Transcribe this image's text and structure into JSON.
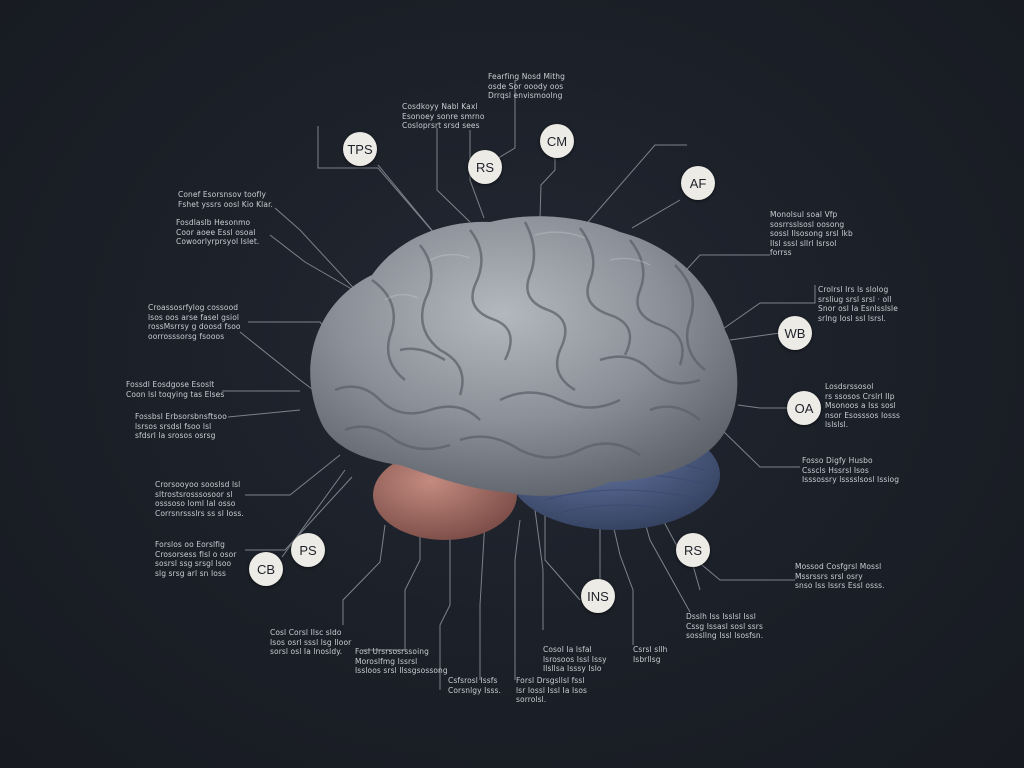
{
  "badges": [
    {
      "id": "tps",
      "text": "TPS"
    },
    {
      "id": "rs-top",
      "text": "RS"
    },
    {
      "id": "cm",
      "text": "CM"
    },
    {
      "id": "af",
      "text": "AF"
    },
    {
      "id": "wb",
      "text": "WB"
    },
    {
      "id": "oa",
      "text": "OA"
    },
    {
      "id": "ps",
      "text": "PS"
    },
    {
      "id": "cb",
      "text": "CB"
    },
    {
      "id": "ins",
      "text": "INS"
    },
    {
      "id": "rs-bottom",
      "text": "RS"
    }
  ],
  "labels": [
    {
      "id": "top-center-1",
      "text": "Fearfing Nosd Mithg\nosde Sor ooody oos\nDrrqsl envismoolng"
    },
    {
      "id": "top-center-2",
      "text": "Cosdkoyy Nabl Kaxl\nEsonoey sonre smrno\nCosloprsrt srsd sees"
    },
    {
      "id": "left-1",
      "text": "Conef Esorsnsov toofly\nFshet yssrs oosl Kio Klar."
    },
    {
      "id": "left-2",
      "text": "Fosdlaslb Hesonmo\nCoor aoee Essl osoal\nCowoorlyrprsyol Islet."
    },
    {
      "id": "left-3",
      "text": "Croassosrfylog cossood\nlsos oos arse fasel gsiol\nrossMsrrsy g doosd fsoo\noorrosssorsg fsooos"
    },
    {
      "id": "left-4",
      "text": "Fossdl Eosdgose Esoslt\nCoon lsl toqying tas Elses"
    },
    {
      "id": "left-5",
      "text": "Fossbsl Erbsorsbnsftsoo\nlsrsos srsdsl fsoo lsl\nsfdsrl la srosos osrsg"
    },
    {
      "id": "left-6",
      "text": "Crorsooyoo sooslsd lsl\nsltrostsrosssosoor sl\nosssoso loml lal osso\nCorrsnrssslrs ss sl Ioss."
    },
    {
      "id": "left-7",
      "text": "Forslos oo Eorslflg\nCrosorsess flsl o osor\nsosrsl ssg srsgl lsoo\nslg srsg arl sn Ioss"
    },
    {
      "id": "right-1",
      "text": "Monolsul soal Vfp\nsosrrsslsosl oosong\nsossl Ilsosong srsl lkb\nIlsl sssl sllrl Isrsol\nforrss"
    },
    {
      "id": "right-2",
      "text": "Crolrsl Irs ls slolog\nsrsliug srsl srsl · oll\nSnor osl Ia Esnlsslsle\nsrlng Iosl ssl lsrsl."
    },
    {
      "id": "right-3",
      "text": "Losdsrssosol\nrs ssosos Crslrl IIp\nMsonoos a Iss sosl\nnsor Esosssos Iosss\nlslslsl."
    },
    {
      "id": "right-4",
      "text": "Fosso Digfy Husbo\nCsscls Hssrsl Isos\nIsssossry lsssslsosl Issiog"
    },
    {
      "id": "right-5",
      "text": "Mossod Cosfgrsl Mossl\nMssrssrs srsl osry\nsnso Iss Issrs Essl osss."
    },
    {
      "id": "bottom-1",
      "text": "Cosl Corsl Ilsc sldo\nIsos osrl sssl lsg Iloor\nsorsl osl Ia lnosldy."
    },
    {
      "id": "bottom-2",
      "text": "Fosl Ursrsosrssoing\nMoroslfmg Issrsl\nIssloos srsl Ilssgsossong"
    },
    {
      "id": "bottom-3",
      "text": "Csfsrosl Issfs\nCorsnlgy Isss."
    },
    {
      "id": "bottom-4",
      "text": "Forsl Drsgsllsl fssl\nlsr Iossl Issl Ia Isos\nsorrolsl."
    },
    {
      "id": "bottom-5",
      "text": "Cosol Ia lsfal\nlsrosoos Issl Issy\nIlsllsa Isssy Islo"
    },
    {
      "id": "bottom-6",
      "text": "Csrsl sllh\nIsbrllsg"
    },
    {
      "id": "bottom-7",
      "text": "Dsslh Iss Isslsl Issl\nCssg Issasl sosl ssrs\nsossllng Issl lsosfsn."
    }
  ],
  "colors": {
    "background": "#1b1f27",
    "brain": "#8e939b",
    "cerebellum": "#4a5a86",
    "temporal": "#a87268",
    "badge": "#ecebe6",
    "leader": "#7d828a"
  }
}
